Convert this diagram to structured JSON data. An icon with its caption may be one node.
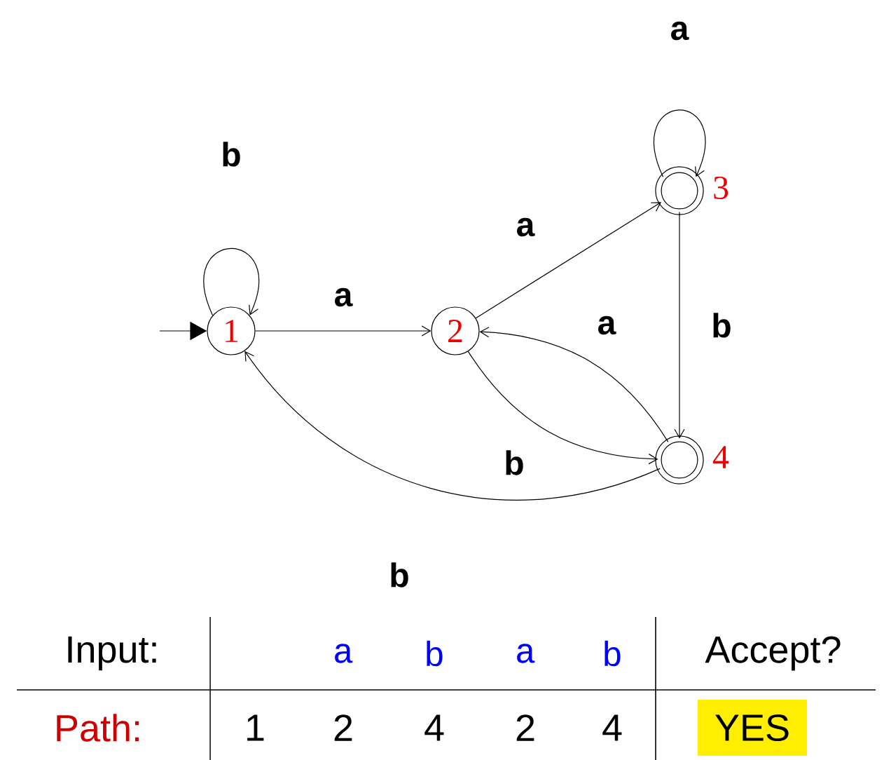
{
  "diagram": {
    "nodes": [
      {
        "text": [
          "1"
        ]
      },
      {
        "text": [
          "2"
        ]
      },
      {
        "text": [],
        "shape": "circle",
        "beside": [
          "3"
        ]
      },
      {
        "text": [],
        "shape": "circle",
        "beside": [
          "4"
        ]
      }
    ],
    "edges": [
      {
        "from": null,
        "to": 0,
        "arrow": "to"
      },
      {
        "from": 0,
        "to": 0,
        "arrow": "to",
        "label": "b"
      },
      {
        "from": 0,
        "to": 1,
        "arrow": "to",
        "label": "a"
      },
      {
        "from": 1,
        "to": 2,
        "arrow": "to",
        "label": "a"
      },
      {
        "from": 2,
        "to": 2,
        "arrow": "to",
        "label": "a"
      },
      {
        "from": 2,
        "to": 3,
        "arrow": "to",
        "label": "b"
      },
      {
        "from": 3,
        "to": 1,
        "arrow": "to",
        "label": "a"
      },
      {
        "from": 1,
        "to": 3,
        "arrow": "to",
        "label": "b"
      },
      {
        "from": 3,
        "to": 0,
        "arrow": "to",
        "label": "b"
      }
    ],
    "labels": [
      "Input:",
      "a",
      "b",
      "a",
      "b",
      "Accept?",
      "Path:",
      "1",
      "2",
      "4",
      "2",
      "4",
      "YES"
    ]
  }
}
